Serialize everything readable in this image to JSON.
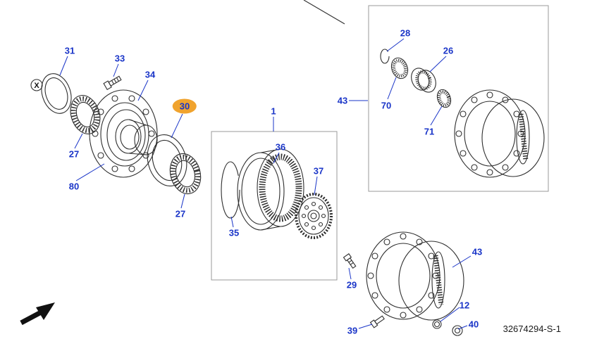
{
  "diagram": {
    "drawing_number": "32674294-S-1",
    "highlighted_part": "30",
    "callouts": [
      {
        "text": "31"
      },
      {
        "text": "33"
      },
      {
        "text": "34"
      },
      {
        "text": "27"
      },
      {
        "text": "80"
      },
      {
        "text": "30",
        "highlighted": true
      },
      {
        "text": "27"
      },
      {
        "text": "1"
      },
      {
        "text": "36"
      },
      {
        "text": "35"
      },
      {
        "text": "37"
      },
      {
        "text": "29"
      },
      {
        "text": "28"
      },
      {
        "text": "26"
      },
      {
        "text": "70"
      },
      {
        "text": "71"
      },
      {
        "text": "43"
      },
      {
        "text": "43"
      },
      {
        "text": "12"
      },
      {
        "text": "39"
      },
      {
        "text": "40"
      }
    ]
  },
  "symbols": {
    "x_marker": "X"
  },
  "colors": {
    "callout_text": "#1a35c8",
    "highlight_fill": "#f0a32e",
    "drawing_line": "#2e2e2e"
  }
}
